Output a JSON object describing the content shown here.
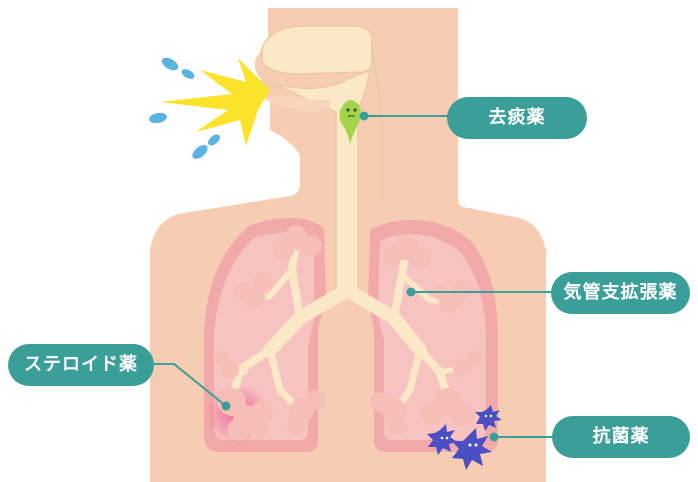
{
  "labels": {
    "expectorant": "去痰薬",
    "bronchodilator": "気管支拡張薬",
    "steroid": "ステロイド薬",
    "antibiotic": "抗菌薬"
  },
  "colors": {
    "skin": "#f6cdb2",
    "airway": "#fbe8c7",
    "lung": "#f2a9aa",
    "lung_inner": "#f7c3c1",
    "alveoli": "#f5bfb8",
    "label_bg": "#3a9f99",
    "leader_line": "#3a9f99",
    "cough_burst": "#fbe22b",
    "droplet": "#5bb4df",
    "phlegm": "#a3d44a",
    "bacteria": "#4a4fc3",
    "inflammation": "#ea4d8e"
  }
}
